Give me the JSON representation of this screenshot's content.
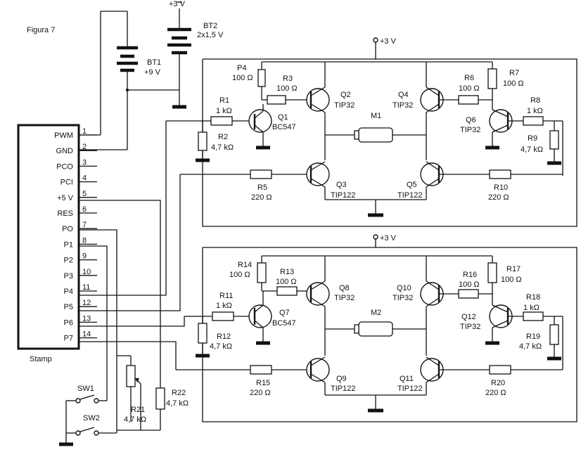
{
  "figure_title": "Figura 7",
  "stamp": {
    "label": "Stamp",
    "pins": [
      {
        "name": "PWM",
        "num": "1"
      },
      {
        "name": "GND",
        "num": "2"
      },
      {
        "name": "PCO",
        "num": "3"
      },
      {
        "name": "PCI",
        "num": "4"
      },
      {
        "name": "+5 V",
        "num": "5"
      },
      {
        "name": "RES",
        "num": "6"
      },
      {
        "name": "PO",
        "num": "7"
      },
      {
        "name": "P1",
        "num": "8"
      },
      {
        "name": "P2",
        "num": "9"
      },
      {
        "name": "P3",
        "num": "10"
      },
      {
        "name": "P4",
        "num": "11"
      },
      {
        "name": "P5",
        "num": "12"
      },
      {
        "name": "P6",
        "num": "13"
      },
      {
        "name": "P7",
        "num": "14"
      }
    ]
  },
  "batteries": {
    "bt1": {
      "name": "BT1",
      "value": "+9 V"
    },
    "bt2": {
      "name": "BT2",
      "value": "2x1,5 V",
      "supply": "+3 V"
    }
  },
  "rails": {
    "top": "+3 V",
    "bottom": "+3 V"
  },
  "bridge1": {
    "p4": {
      "name": "P4",
      "value": "100 Ω"
    },
    "r1": {
      "name": "R1",
      "value": "1 kΩ"
    },
    "r2": {
      "name": "R2",
      "value": "4,7 kΩ"
    },
    "r3": {
      "name": "R3",
      "value": "100 Ω"
    },
    "r5": {
      "name": "R5",
      "value": "220 Ω"
    },
    "r6": {
      "name": "R6",
      "value": "100 Ω"
    },
    "r7": {
      "name": "R7",
      "value": "100 Ω"
    },
    "r8": {
      "name": "R8",
      "value": "1 kΩ"
    },
    "r9": {
      "name": "R9",
      "value": "4,7 kΩ"
    },
    "r10": {
      "name": "R10",
      "value": "220 Ω"
    },
    "q1": {
      "name": "Q1",
      "type": "BC547"
    },
    "q2": {
      "name": "Q2",
      "type": "TIP32"
    },
    "q3": {
      "name": "Q3",
      "type": "TIP122"
    },
    "q4": {
      "name": "Q4",
      "type": "TIP32"
    },
    "q5": {
      "name": "Q5",
      "type": "TIP122"
    },
    "q6": {
      "name": "Q6",
      "type": "TIP32"
    },
    "motor": "M1"
  },
  "bridge2": {
    "r11": {
      "name": "R11",
      "value": "1 kΩ"
    },
    "r12": {
      "name": "R12",
      "value": "4,7 kΩ"
    },
    "r13": {
      "name": "R13",
      "value": "100 Ω"
    },
    "r14": {
      "name": "R14",
      "value": "100 Ω"
    },
    "r15": {
      "name": "R15",
      "value": "220 Ω"
    },
    "r16": {
      "name": "R16",
      "value": "100 Ω"
    },
    "r17": {
      "name": "R17",
      "value": "100 Ω"
    },
    "r18": {
      "name": "R18",
      "value": "1 kΩ"
    },
    "r19": {
      "name": "R19",
      "value": "4,7 kΩ"
    },
    "r20": {
      "name": "R20",
      "value": "220 Ω"
    },
    "q7": {
      "name": "Q7",
      "type": "BC547"
    },
    "q8": {
      "name": "Q8",
      "type": "TIP32"
    },
    "q9": {
      "name": "Q9",
      "type": "TIP122"
    },
    "q10": {
      "name": "Q10",
      "type": "TIP32"
    },
    "q11": {
      "name": "Q11",
      "type": "TIP122"
    },
    "q12": {
      "name": "Q12",
      "type": "TIP32"
    },
    "motor": "M2"
  },
  "inputs": {
    "sw1": "SW1",
    "sw2": "SW2",
    "r21": {
      "name": "R21",
      "value": "4,7 kΩ"
    },
    "r22": {
      "name": "R22",
      "value": "4,7 kΩ"
    }
  }
}
